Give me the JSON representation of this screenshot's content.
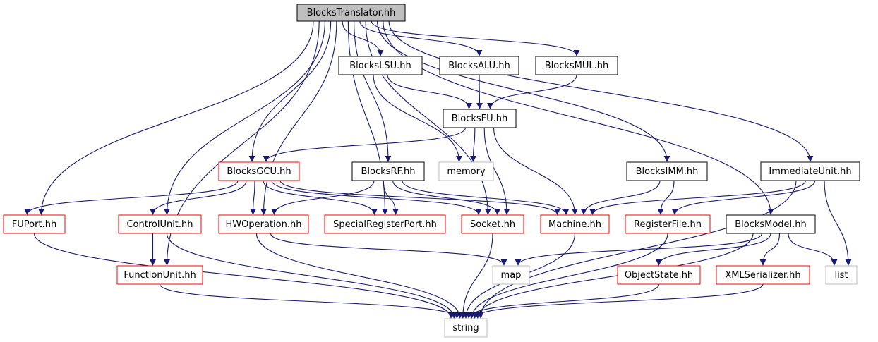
{
  "colors": {
    "edge": "#191970",
    "root_fill": "#bfbfbf",
    "root_border": "#000000",
    "documented_border": "#000000",
    "partial_border": "#ff0000",
    "external_border": "#bfbfbf",
    "node_fill": "#ffffff"
  },
  "nodes": {
    "blocks_translator": {
      "label": "BlocksTranslator.hh",
      "kind": "root"
    },
    "blocks_lsu": {
      "label": "BlocksLSU.hh",
      "kind": "documented"
    },
    "blocks_alu": {
      "label": "BlocksALU.hh",
      "kind": "documented"
    },
    "blocks_mul": {
      "label": "BlocksMUL.hh",
      "kind": "documented"
    },
    "blocks_fu": {
      "label": "BlocksFU.hh",
      "kind": "documented"
    },
    "blocks_gcu": {
      "label": "BlocksGCU.hh",
      "kind": "partial"
    },
    "blocks_rf": {
      "label": "BlocksRF.hh",
      "kind": "documented"
    },
    "memory": {
      "label": "memory",
      "kind": "external"
    },
    "blocks_imm": {
      "label": "BlocksIMM.hh",
      "kind": "documented"
    },
    "immediate_unit": {
      "label": "ImmediateUnit.hh",
      "kind": "documented"
    },
    "fu_port": {
      "label": "FUPort.hh",
      "kind": "partial"
    },
    "control_unit": {
      "label": "ControlUnit.hh",
      "kind": "partial"
    },
    "hw_operation": {
      "label": "HWOperation.hh",
      "kind": "partial"
    },
    "special_register_port": {
      "label": "SpecialRegisterPort.hh",
      "kind": "partial"
    },
    "socket": {
      "label": "Socket.hh",
      "kind": "partial"
    },
    "machine": {
      "label": "Machine.hh",
      "kind": "partial"
    },
    "register_file": {
      "label": "RegisterFile.hh",
      "kind": "partial"
    },
    "blocks_model": {
      "label": "BlocksModel.hh",
      "kind": "documented"
    },
    "function_unit": {
      "label": "FunctionUnit.hh",
      "kind": "partial"
    },
    "map": {
      "label": "map",
      "kind": "external"
    },
    "object_state": {
      "label": "ObjectState.hh",
      "kind": "partial"
    },
    "xml_serializer": {
      "label": "XMLSerializer.hh",
      "kind": "partial"
    },
    "list": {
      "label": "list",
      "kind": "external"
    },
    "string": {
      "label": "string",
      "kind": "external"
    }
  },
  "edges": [
    {
      "from": "blocks_translator",
      "to": "blocks_lsu"
    },
    {
      "from": "blocks_translator",
      "to": "blocks_alu"
    },
    {
      "from": "blocks_translator",
      "to": "blocks_mul"
    },
    {
      "from": "blocks_translator",
      "to": "fu_port"
    },
    {
      "from": "blocks_translator",
      "to": "function_unit"
    },
    {
      "from": "blocks_translator",
      "to": "control_unit"
    },
    {
      "from": "blocks_translator",
      "to": "hw_operation"
    },
    {
      "from": "blocks_translator",
      "to": "blocks_gcu"
    },
    {
      "from": "blocks_translator",
      "to": "special_register_port"
    },
    {
      "from": "blocks_translator",
      "to": "blocks_rf"
    },
    {
      "from": "blocks_translator",
      "to": "socket"
    },
    {
      "from": "blocks_translator",
      "to": "blocks_imm"
    },
    {
      "from": "blocks_translator",
      "to": "blocks_model"
    },
    {
      "from": "blocks_translator",
      "to": "immediate_unit"
    },
    {
      "from": "blocks_lsu",
      "to": "blocks_fu"
    },
    {
      "from": "blocks_lsu",
      "to": "memory"
    },
    {
      "from": "blocks_alu",
      "to": "blocks_fu"
    },
    {
      "from": "blocks_mul",
      "to": "blocks_fu"
    },
    {
      "from": "blocks_fu",
      "to": "blocks_gcu"
    },
    {
      "from": "blocks_fu",
      "to": "memory"
    },
    {
      "from": "blocks_fu",
      "to": "socket"
    },
    {
      "from": "blocks_fu",
      "to": "machine"
    },
    {
      "from": "blocks_gcu",
      "to": "fu_port"
    },
    {
      "from": "blocks_gcu",
      "to": "control_unit"
    },
    {
      "from": "blocks_gcu",
      "to": "hw_operation"
    },
    {
      "from": "blocks_gcu",
      "to": "special_register_port"
    },
    {
      "from": "blocks_gcu",
      "to": "socket"
    },
    {
      "from": "blocks_gcu",
      "to": "machine"
    },
    {
      "from": "blocks_rf",
      "to": "hw_operation"
    },
    {
      "from": "blocks_rf",
      "to": "special_register_port"
    },
    {
      "from": "blocks_rf",
      "to": "socket"
    },
    {
      "from": "blocks_rf",
      "to": "machine"
    },
    {
      "from": "blocks_imm",
      "to": "machine"
    },
    {
      "from": "blocks_imm",
      "to": "register_file"
    },
    {
      "from": "immediate_unit",
      "to": "machine"
    },
    {
      "from": "immediate_unit",
      "to": "register_file"
    },
    {
      "from": "immediate_unit",
      "to": "list"
    },
    {
      "from": "immediate_unit",
      "to": "string"
    },
    {
      "from": "fu_port",
      "to": "string"
    },
    {
      "from": "control_unit",
      "to": "function_unit"
    },
    {
      "from": "control_unit",
      "to": "string"
    },
    {
      "from": "hw_operation",
      "to": "map"
    },
    {
      "from": "hw_operation",
      "to": "string"
    },
    {
      "from": "socket",
      "to": "string"
    },
    {
      "from": "machine",
      "to": "string"
    },
    {
      "from": "register_file",
      "to": "string"
    },
    {
      "from": "function_unit",
      "to": "string"
    },
    {
      "from": "blocks_model",
      "to": "map"
    },
    {
      "from": "blocks_model",
      "to": "object_state"
    },
    {
      "from": "blocks_model",
      "to": "xml_serializer"
    },
    {
      "from": "blocks_model",
      "to": "list"
    },
    {
      "from": "blocks_model",
      "to": "string"
    },
    {
      "from": "object_state",
      "to": "string"
    },
    {
      "from": "xml_serializer",
      "to": "string"
    }
  ]
}
